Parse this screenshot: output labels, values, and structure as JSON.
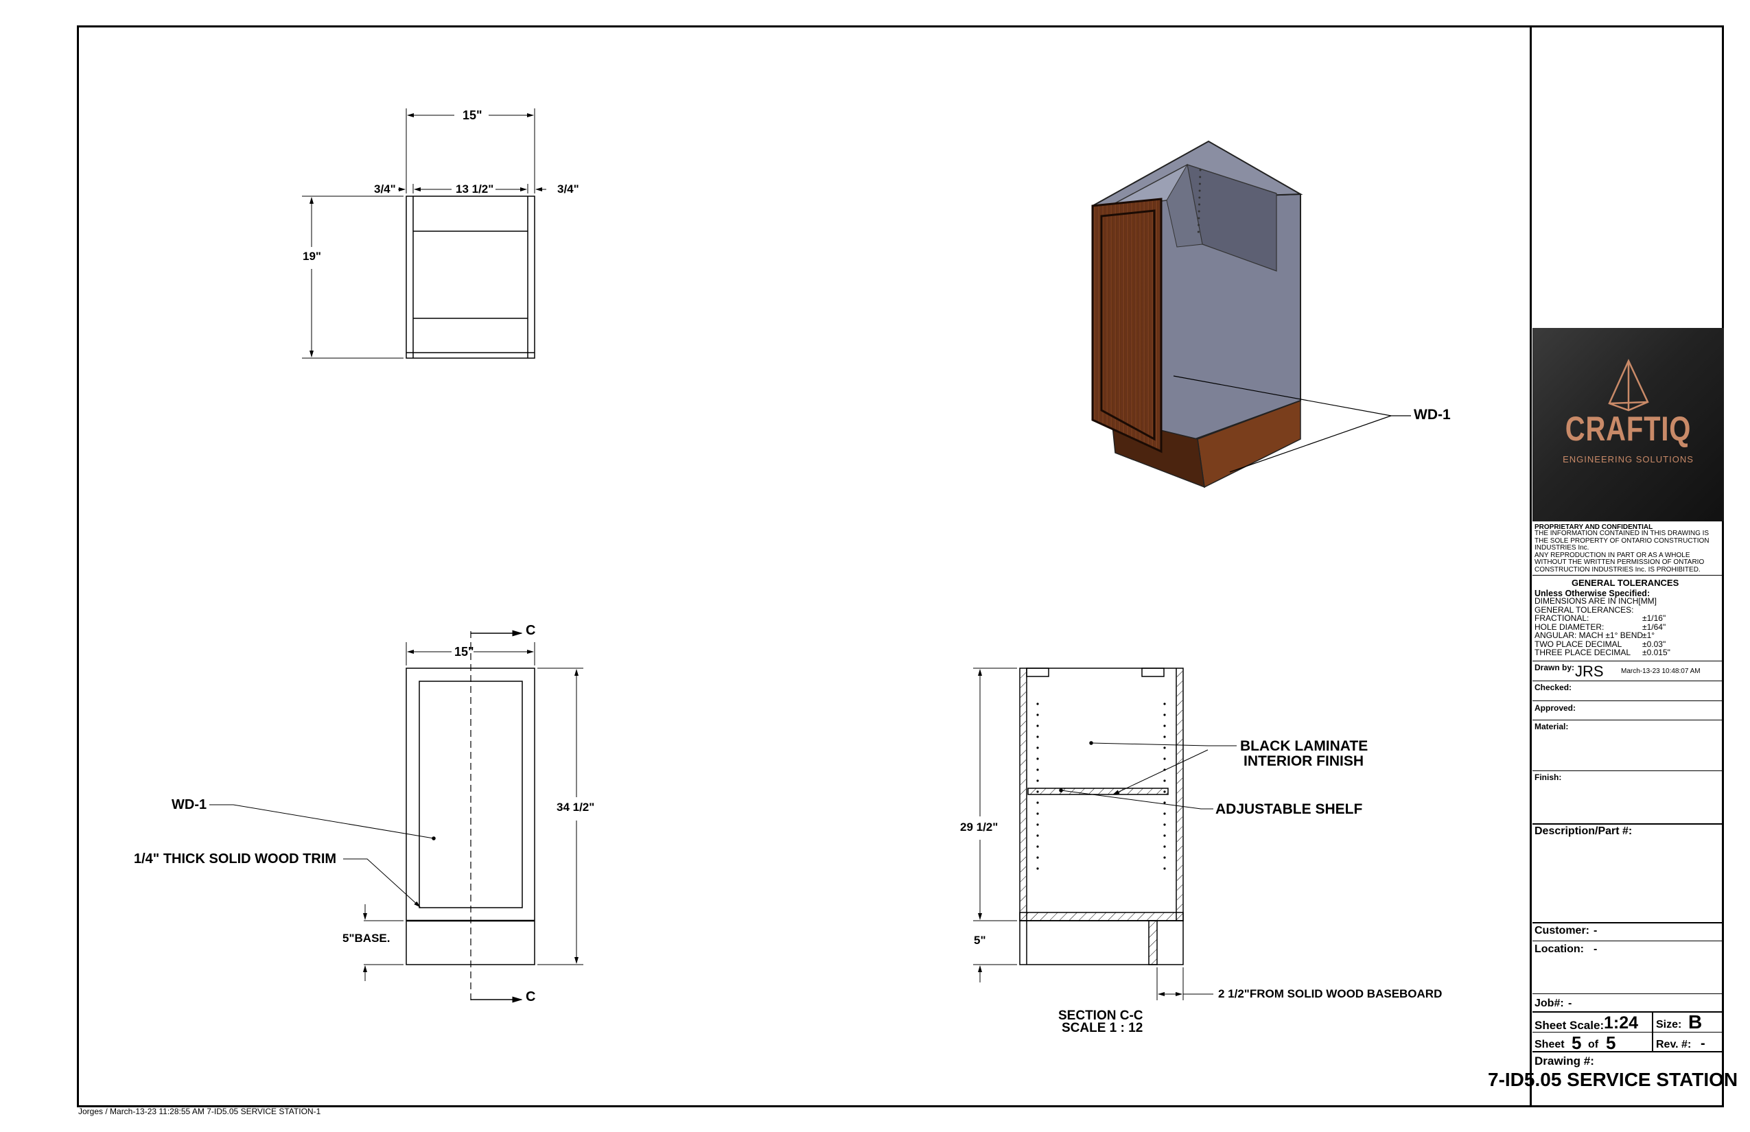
{
  "views": {
    "top_view": {
      "width_overall": "15\"",
      "side_left": "3/4\"",
      "inner_width": "13 1/2\"",
      "side_right": "3/4\"",
      "depth": "19\""
    },
    "front_view": {
      "width": "15\"",
      "height": "34 1/2\"",
      "base": "5\"BASE.",
      "section_marker": "C",
      "callout_wd": "WD-1",
      "callout_trim": "1/4\" THICK SOLID WOOD TRIM"
    },
    "section_view": {
      "height_box": "29 1/2\"",
      "height_base": "5\"",
      "callout_laminate_1": "BLACK LAMINATE",
      "callout_laminate_2": "INTERIOR FINISH",
      "callout_shelf": "ADJUSTABLE SHELF",
      "callout_baseboard": "2 1/2\"FROM SOLID WOOD BASEBOARD",
      "title_1": "SECTION C-C",
      "title_2": "SCALE 1 : 12"
    },
    "iso_view": {
      "callout_wd": "WD-1"
    }
  },
  "title_block": {
    "logo_name": "CRAFTIQ",
    "logo_tagline": "ENGINEERING SOLUTIONS",
    "proprietary_title": "PROPRIETARY AND CONFIDENTIAL",
    "proprietary_lines": [
      "THE INFORMATION CONTAINED IN THIS DRAWING IS",
      "THE SOLE PROPERTY OF ONTARIO CONSTRUCTION",
      "INDUSTRIES Inc.",
      "ANY REPRODUCTION IN PART OR AS A WHOLE",
      "WITHOUT THE WRITTEN PERMISSION OF ONTARIO",
      "CONSTRUCTION INDUSTRIES Inc. IS PROHIBITED."
    ],
    "tolerances_title": "GENERAL TOLERANCES",
    "unless": "Unless Otherwise Specified:",
    "dims_in": "DIMENSIONS ARE IN INCH[MM]",
    "general_tol": "GENERAL TOLERANCES:",
    "fractional_label": "FRACTIONAL:",
    "fractional_value": "±1/16\"",
    "hole_label": "HOLE DIAMETER:",
    "hole_value": "±1/64\"",
    "angular_label": "ANGULAR: MACH ±1° BEND",
    "angular_value": "±1°",
    "two_place_label": "TWO PLACE DECIMAL",
    "two_place_value": "±0.03\"",
    "three_place_label": "THREE PLACE DECIMAL",
    "three_place_value": "±0.015\"",
    "drawn_by_label": "Drawn by:",
    "drawn_by_value": "JRS",
    "drawn_date": "March-13-23 10:48:07 AM",
    "checked_label": "Checked:",
    "approved_label": "Approved:",
    "material_label": "Material:",
    "finish_label": "Finish:",
    "description_label": "Description/Part #:",
    "customer_label": "Customer:",
    "customer_value": "-",
    "location_label": "Location:",
    "location_value": "-",
    "job_label": "Job#:",
    "job_value": "-",
    "scale_label": "Sheet Scale:",
    "scale_value": "1:24",
    "size_label": "Size:",
    "size_value": "B",
    "sheet_label": "Sheet",
    "sheet_num": "5",
    "sheet_of": "of",
    "sheet_total": "5",
    "rev_label": "Rev. #:",
    "rev_value": "-",
    "drawing_label": "Drawing #:",
    "drawing_value": "7-ID5.05 SERVICE STATION"
  },
  "footer": {
    "text": "Jorges / March-13-23 11:28:55 AM  7-ID5.05 SERVICE STATION-1"
  },
  "colors": {
    "wood": "#6b3518",
    "panel": "#7d8196",
    "panel_dark": "#5d6073",
    "logo_copper": "#c98a68"
  }
}
